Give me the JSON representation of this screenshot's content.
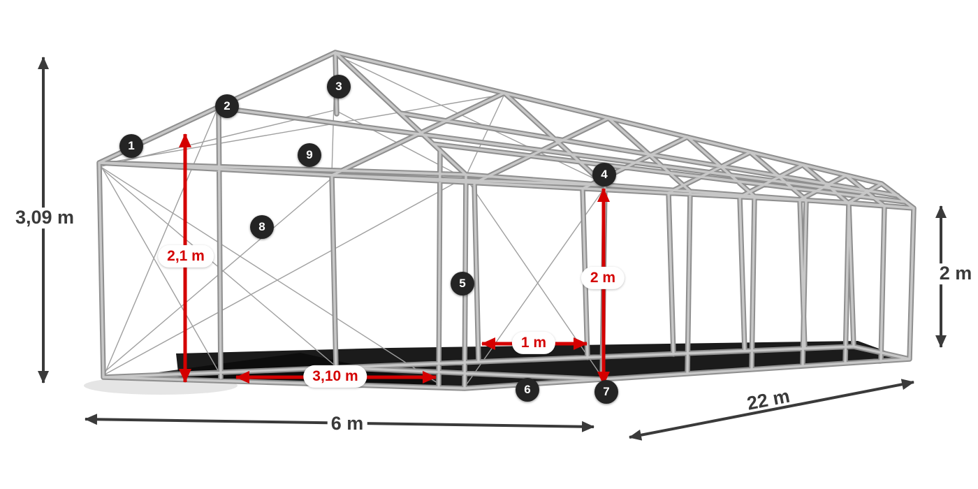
{
  "dimensions": {
    "total_height": "3,09 m",
    "width": "6 m",
    "length": "22 m",
    "side_height": "2 m",
    "inner_front_height": "2,1 m",
    "inner_height": "2 m",
    "entrance_width": "3,10 m",
    "frame_spacing": "1 m"
  },
  "markers": [
    {
      "number": "1"
    },
    {
      "number": "2"
    },
    {
      "number": "3"
    },
    {
      "number": "4"
    },
    {
      "number": "5"
    },
    {
      "number": "6"
    },
    {
      "number": "7"
    },
    {
      "number": "8"
    },
    {
      "number": "9"
    }
  ],
  "colors": {
    "dimension_arrow": "#3a3a3a",
    "highlight_red": "#d40000",
    "frame_tube_dark": "#8f8f8f",
    "frame_tube_light": "#c7c7c7",
    "badge_background": "#242424",
    "ground_shadow": "#0a0a0a"
  }
}
